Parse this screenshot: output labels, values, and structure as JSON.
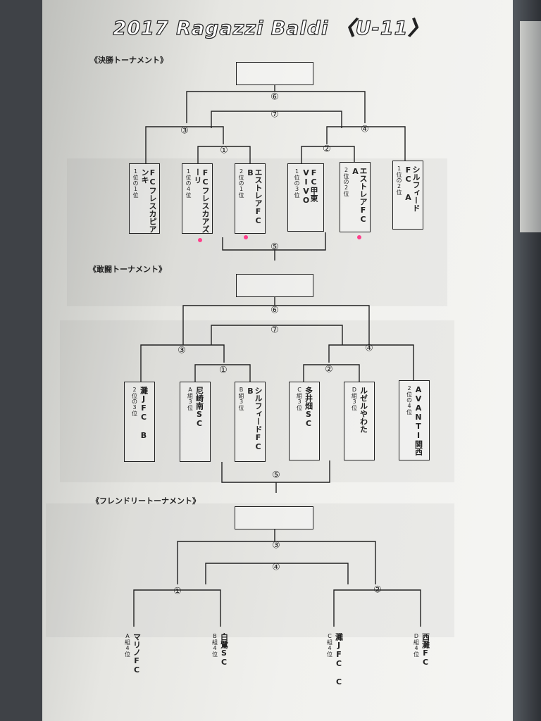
{
  "title": "2017 Ragazzi Baldi 〈U-11〉",
  "colors": {
    "line": "#222222",
    "marker": "#ff3f8c"
  },
  "sections": [
    {
      "heading": "《決勝トーナメント》",
      "matches": [
        "⑥",
        "⑦",
        "③",
        "④",
        "①",
        "②",
        "⑤"
      ],
      "teams": [
        {
          "name": "FCフレスカピアンキ",
          "seed": "1位の1位"
        },
        {
          "name": "FCフレスカアズーリ",
          "seed": "1位の4位"
        },
        {
          "name": "エストレアFC B",
          "seed": "2位の1位"
        },
        {
          "name": "FC甲東VIVO",
          "seed": "1位の3位"
        },
        {
          "name": "エストレアFC A",
          "seed": "2位の2位"
        },
        {
          "name": "シルフィードFC A",
          "seed": "1位の2位"
        }
      ]
    },
    {
      "heading": "《敢闘トーナメント》",
      "matches": [
        "⑥",
        "⑦",
        "③",
        "④",
        "①",
        "②",
        "⑤"
      ],
      "teams": [
        {
          "name": "灘JFC B",
          "seed": "2位の3位"
        },
        {
          "name": "尼崎南SC",
          "seed": "A組3位"
        },
        {
          "name": "シルフィードFC B",
          "seed": "B組3位"
        },
        {
          "name": "多井畑SC",
          "seed": "C組3位"
        },
        {
          "name": "ルゼルやわた",
          "seed": "D組3位"
        },
        {
          "name": "AVANTI関西",
          "seed": "2位の4位"
        }
      ]
    },
    {
      "heading": "《フレンドリートーナメント》",
      "matches": [
        "③",
        "④",
        "①",
        "②"
      ],
      "teams": [
        {
          "name": "マリノFC",
          "seed": "A組4位"
        },
        {
          "name": "白鷺SC",
          "seed": "B組4位"
        },
        {
          "name": "灘JFC C",
          "seed": "C組4位"
        },
        {
          "name": "西灘FC",
          "seed": "D組4位"
        }
      ]
    }
  ]
}
